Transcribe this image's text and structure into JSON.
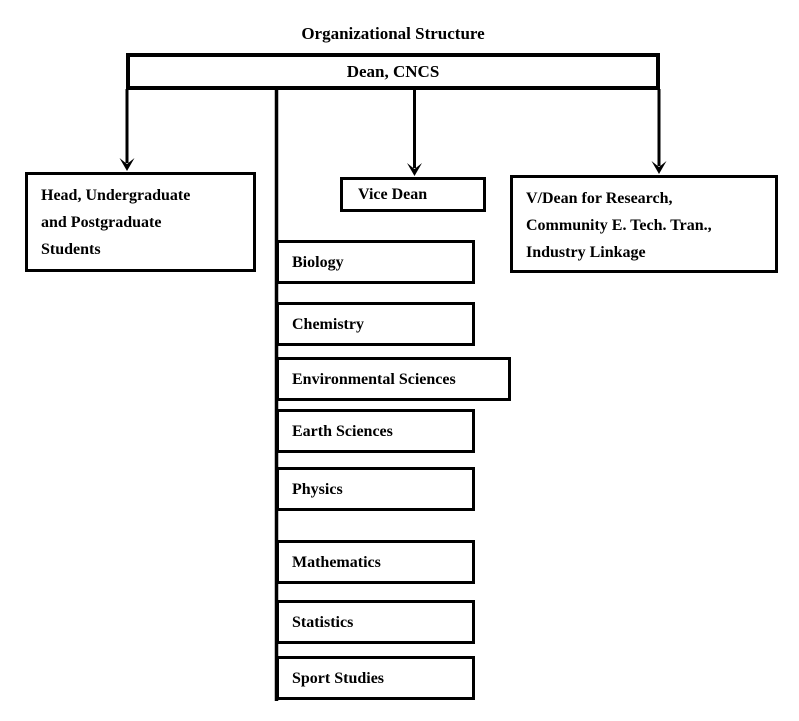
{
  "page": {
    "title": "Organizational Structure"
  },
  "chart": {
    "type": "org-chart",
    "root": {
      "label": "Dean, CNCS"
    },
    "branches": [
      {
        "id": "head-ug-pg-students",
        "label": "Head, Undergraduate\nand Postgraduate\nStudents"
      },
      {
        "id": "vice-dean",
        "label": "Vice Dean"
      },
      {
        "id": "vdean-research",
        "label": "V/Dean for Research,\nCommunity E. Tech. Tran.,\nIndustry Linkage"
      }
    ],
    "departments": [
      "Biology",
      "Chemistry",
      "Environmental Sciences",
      "Earth Sciences",
      "Physics",
      "Mathematics",
      "Statistics",
      "Sport Studies"
    ]
  },
  "colors": {
    "line": "#000000",
    "border": "#000000",
    "background": "#ffffff",
    "text": "#000000"
  }
}
